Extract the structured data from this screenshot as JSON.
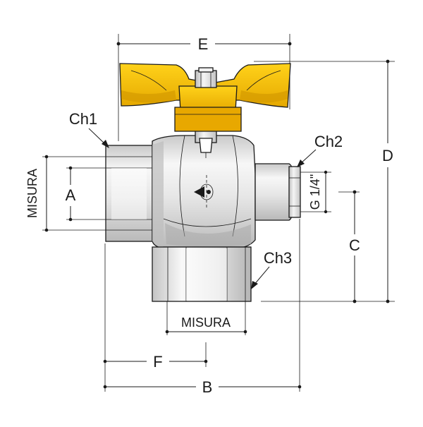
{
  "diagram": {
    "labels": {
      "E": "E",
      "D": "D",
      "C": "C",
      "B": "B",
      "F": "F",
      "A": "A",
      "misura_left": "MISURA",
      "misura_bottom": "MISURA",
      "ch1": "Ch1",
      "ch2": "Ch2",
      "ch3": "Ch3",
      "port_thread": "G 1/4\""
    },
    "colors": {
      "handle": "#F2B400",
      "handle_dark": "#D49A00",
      "body_metal": "#EDEDED",
      "body_shadow": "#BDBDBD",
      "line": "#1A1A1A"
    }
  }
}
